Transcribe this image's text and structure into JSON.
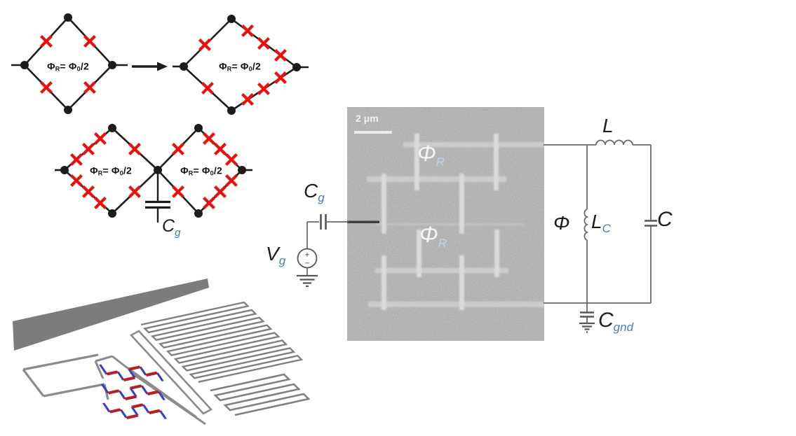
{
  "colors": {
    "junction_red": "#e41310",
    "ink": "#1c1c1c",
    "wire": "#6a6a6a",
    "plate": "#555555",
    "metal": "#8b8b8b",
    "sem_bg": "#8e8e8e",
    "subscript_blue": "#4a7ab5",
    "chain_red": "#b22028",
    "chain_blue": "#3a3fc2"
  },
  "flux_label": {
    "phi": "Φ",
    "sub_r": "R",
    "eq": "= Φ",
    "sub_0": "0",
    "half": "/2"
  },
  "shunt_cap": {
    "main": "C",
    "sub": "g"
  },
  "gate": {
    "cap_main": "C",
    "cap_sub": "g",
    "src_main": "V",
    "src_sub": "g",
    "plus": "+",
    "minus": "−"
  },
  "sem": {
    "scale_text": "2 μm",
    "flux_main": "Φ",
    "flux_sub": "R"
  },
  "resonator": {
    "inductor": "L",
    "flux": "Φ",
    "coupler_main": "L",
    "coupler_sub": "C",
    "cap": "C",
    "gnd_main": "C",
    "gnd_sub": "gnd"
  }
}
